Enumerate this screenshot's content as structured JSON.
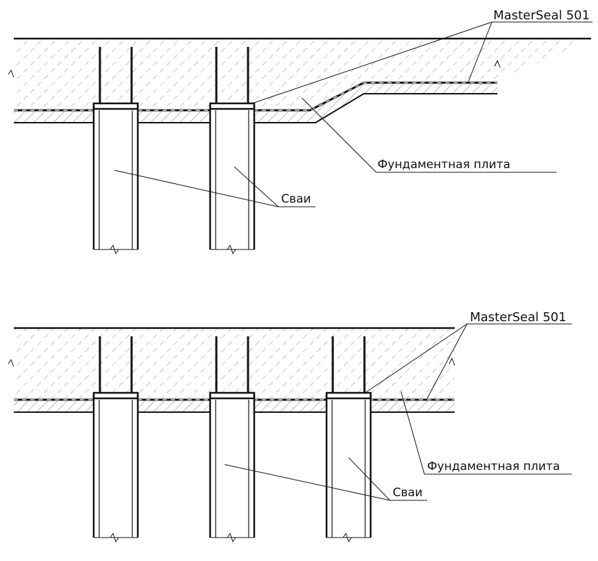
{
  "detail_top": {
    "membrane_label": "MasterSeal 501",
    "slab_label": "Фундаментная плита",
    "piles_label": "Сваи"
  },
  "detail_bottom": {
    "membrane_label": "MasterSeal 501",
    "slab_label": "Фундаментная плита",
    "piles_label": "Сваи"
  },
  "colors": {
    "line": "#111111",
    "hatch": "#7a7a7a",
    "background": "#ffffff"
  }
}
